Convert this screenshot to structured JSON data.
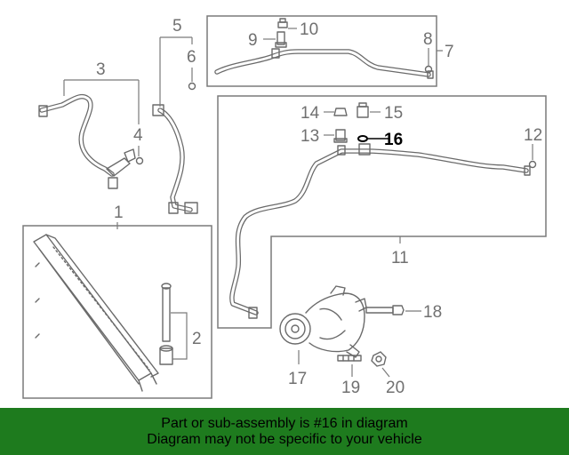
{
  "diagram": {
    "callouts": {
      "c1": "1",
      "c2": "2",
      "c3": "3",
      "c4": "4",
      "c5": "5",
      "c6": "6",
      "c7": "7",
      "c8": "8",
      "c9": "9",
      "c10": "10",
      "c11": "11",
      "c12": "12",
      "c13": "13",
      "c14": "14",
      "c15": "15",
      "c16": "16",
      "c17": "17",
      "c18": "18",
      "c19": "19",
      "c20": "20"
    },
    "highlighted_part": "16"
  },
  "banner": {
    "line1": "Part or sub-assembly is #16 in diagram",
    "line2": "Diagram may not be specific to your vehicle"
  },
  "colors": {
    "banner_background": "#1e7b1e",
    "line_art": "#6a6a6a",
    "highlight": "#000000"
  }
}
